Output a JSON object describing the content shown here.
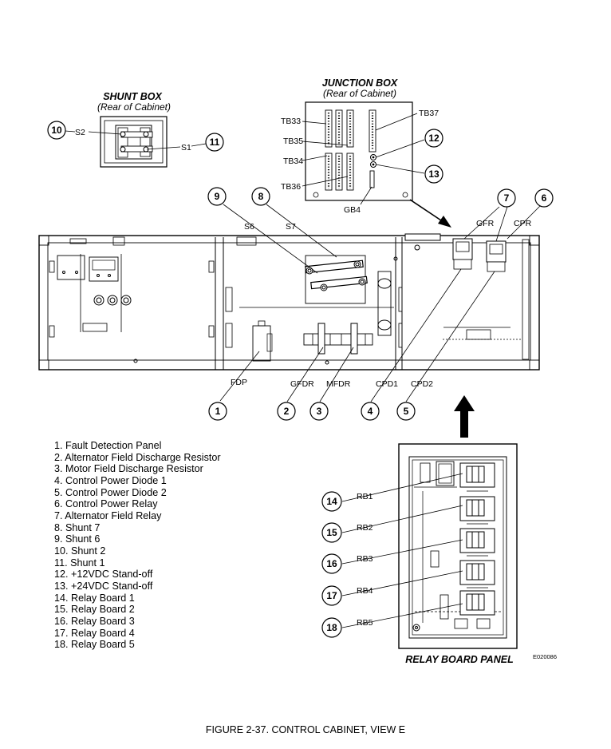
{
  "shunt_box": {
    "title": "SHUNT BOX",
    "subtitle": "(Rear of Cabinet)",
    "labels": {
      "s2": "S2",
      "s1": "S1"
    }
  },
  "junction_box": {
    "title": "JUNCTION BOX",
    "subtitle": "(Rear of Cabinet)",
    "labels": {
      "tb33": "TB33",
      "tb35": "TB35",
      "tb34": "TB34",
      "tb36": "TB36",
      "tb37": "TB37",
      "gb4": "GB4"
    }
  },
  "cabinet": {
    "labels": {
      "s6": "S6",
      "s7": "S7",
      "gfr": "GFR",
      "cpr": "CPR",
      "fdp": "FDP",
      "gfdr": "GFDR",
      "mfdr": "MFDR",
      "cpd1": "CPD1",
      "cpd2": "CPD2"
    }
  },
  "relay_panel": {
    "title": "RELAY BOARD PANEL",
    "labels": {
      "rb1": "RB1",
      "rb2": "RB2",
      "rb3": "RB3",
      "rb4": "RB4",
      "rb5": "RB5"
    }
  },
  "callouts": {
    "c1": "1",
    "c2": "2",
    "c3": "3",
    "c4": "4",
    "c5": "5",
    "c6": "6",
    "c7": "7",
    "c8": "8",
    "c9": "9",
    "c10": "10",
    "c11": "11",
    "c12": "12",
    "c13": "13",
    "c14": "14",
    "c15": "15",
    "c16": "16",
    "c17": "17",
    "c18": "18"
  },
  "legend": [
    "1. Fault Detection Panel",
    "2. Alternator Field Discharge Resistor",
    "3. Motor Field Discharge Resistor",
    "4. Control Power Diode 1",
    "5. Control Power Diode 2",
    "6. Control Power Relay",
    "7. Alternator Field Relay",
    "8. Shunt 7",
    "9. Shunt 6",
    "10. Shunt 2",
    "11. Shunt 1",
    "12. +12VDC Stand-off",
    "13. +24VDC Stand-off",
    "14. Relay Board 1",
    "15. Relay Board 2",
    "16. Relay Board 3",
    "17. Relay Board 4",
    "18. Relay Board 5"
  ],
  "figure_caption": "FIGURE 2-37. CONTROL CABINET, VIEW E",
  "drawing_code": "E020086"
}
